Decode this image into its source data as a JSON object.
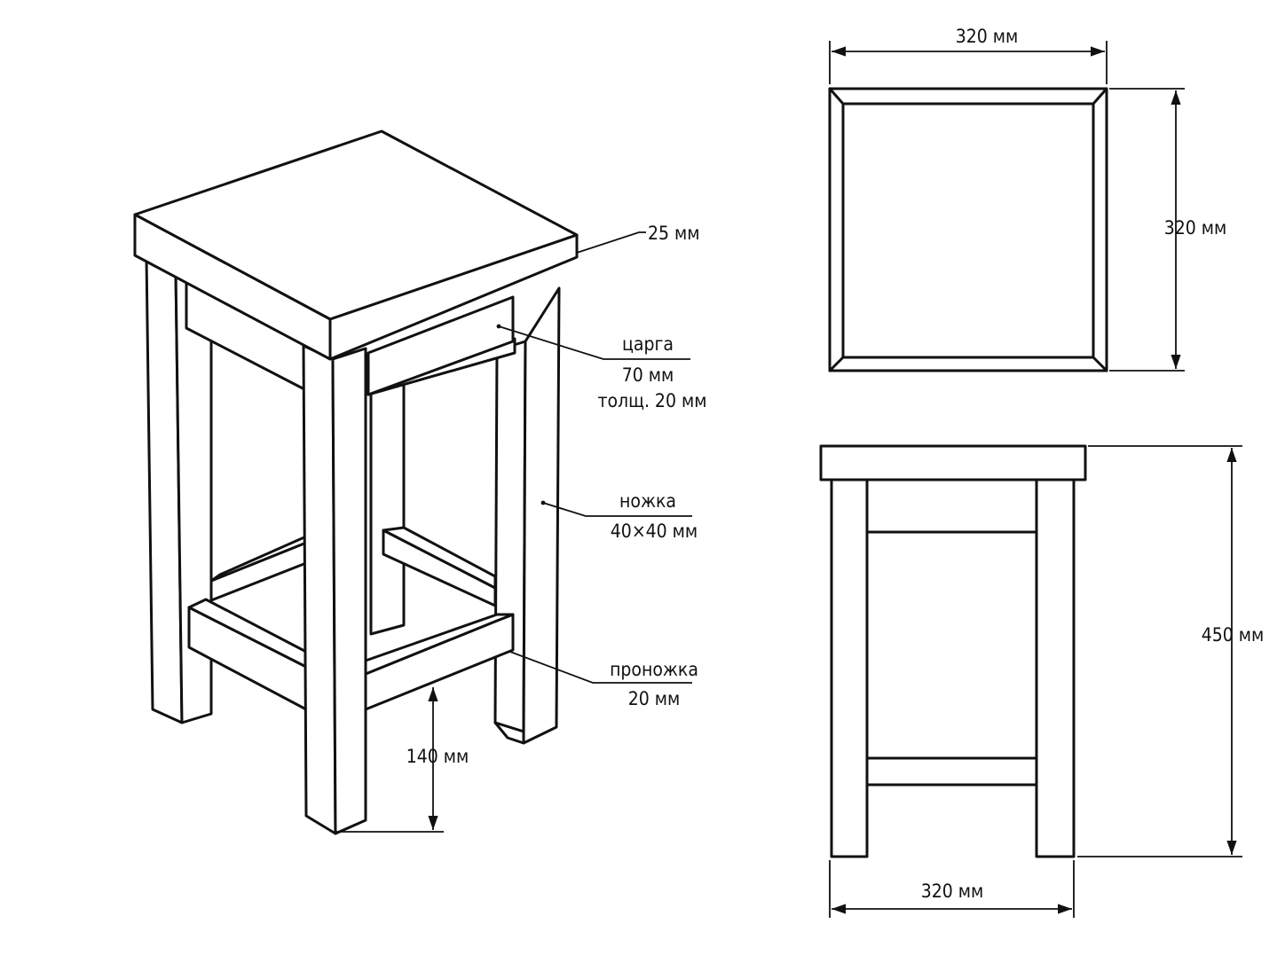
{
  "iso_labels": {
    "top_thickness": "25 мм",
    "apron_name": "царга",
    "apron_height": "70 мм",
    "apron_thickness": "толщ. 20 мм",
    "leg_name": "ножка",
    "leg_size": "40×40 мм",
    "stretcher_name": "проножка",
    "stretcher_size": "20 мм",
    "stretcher_height": "140 мм"
  },
  "top_view": {
    "width": "320 мм",
    "depth": "320 мм"
  },
  "front_view": {
    "height": "450 мм",
    "width": "320 мм"
  }
}
